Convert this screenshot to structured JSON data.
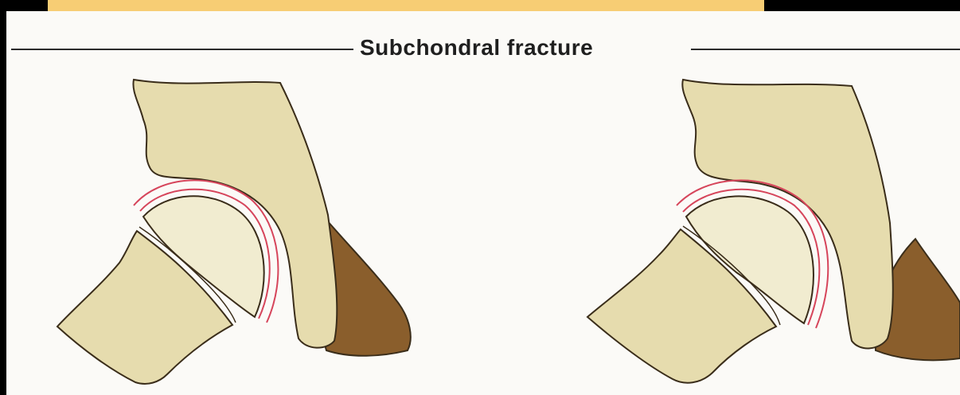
{
  "header": {
    "title": "Subchondral fracture"
  },
  "colors": {
    "bone": "#e6dcae",
    "femoral_head": "#f1ecd0",
    "cartilage_line": "#d6455b",
    "outline": "#3a2d1a",
    "soft_tissue": "#8a5e2c",
    "top_band": "#f7cd74"
  },
  "figures": [
    {
      "name": "left-hip-joint"
    },
    {
      "name": "right-hip-joint"
    }
  ]
}
